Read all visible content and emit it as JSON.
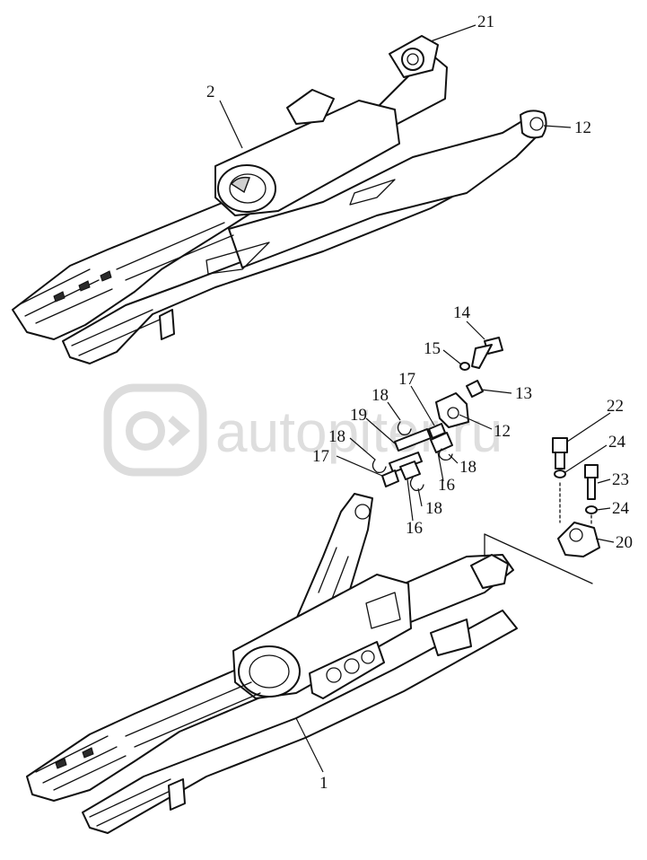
{
  "diagram": {
    "watermark": "autopiter.ru",
    "callouts": [
      {
        "id": "callout-21",
        "text": "21"
      },
      {
        "id": "callout-2",
        "text": "2"
      },
      {
        "id": "callout-12-top",
        "text": "12"
      },
      {
        "id": "callout-14",
        "text": "14"
      },
      {
        "id": "callout-15",
        "text": "15"
      },
      {
        "id": "callout-13",
        "text": "13"
      },
      {
        "id": "callout-17-a",
        "text": "17"
      },
      {
        "id": "callout-18-a",
        "text": "18"
      },
      {
        "id": "callout-19",
        "text": "19"
      },
      {
        "id": "callout-12-mid",
        "text": "12"
      },
      {
        "id": "callout-18-b",
        "text": "18"
      },
      {
        "id": "callout-18-c",
        "text": "18"
      },
      {
        "id": "callout-16-a",
        "text": "16"
      },
      {
        "id": "callout-17-b",
        "text": "17"
      },
      {
        "id": "callout-18-d",
        "text": "18"
      },
      {
        "id": "callout-16-b",
        "text": "16"
      },
      {
        "id": "callout-22",
        "text": "22"
      },
      {
        "id": "callout-24-a",
        "text": "24"
      },
      {
        "id": "callout-23",
        "text": "23"
      },
      {
        "id": "callout-24-b",
        "text": "24"
      },
      {
        "id": "callout-20",
        "text": "20"
      },
      {
        "id": "callout-1",
        "text": "1"
      }
    ]
  }
}
